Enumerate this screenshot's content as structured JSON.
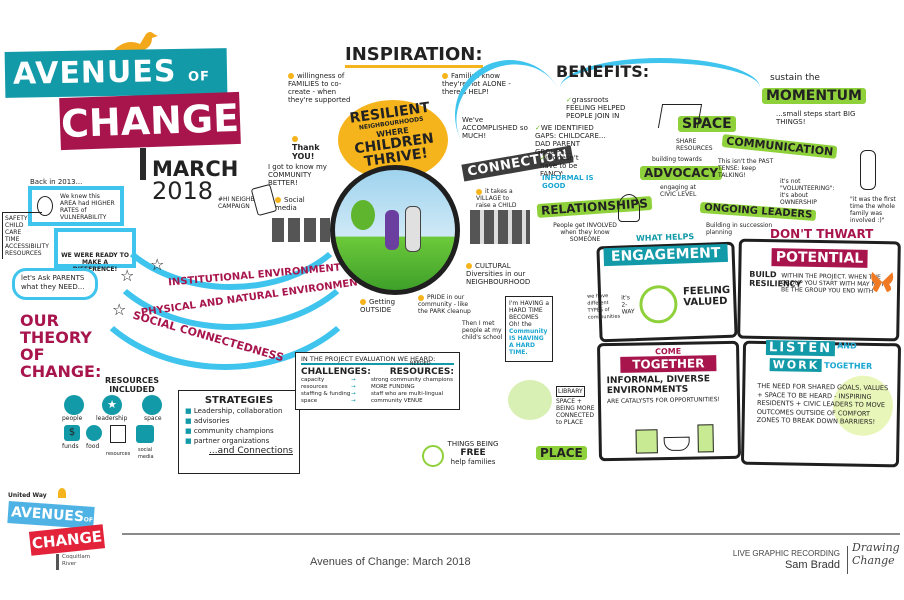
{
  "title": {
    "line1": "AVENUES",
    "line1_suffix": "OF",
    "line2": "CHANGE",
    "date_month": "MARCH",
    "date_year": "2018"
  },
  "intro": {
    "back_in": "Back in 2013...",
    "vulnerability": "We knew this AREA had HIGHER RATES of VULNERABILITY",
    "ready": "WE WERE READY TO MAKE A DIFFERENCE!",
    "side_list": [
      "SAFETY",
      "CHILD CARE",
      "TIME",
      "ACCESSIBILITY",
      "RESOURCES"
    ],
    "ask_parents": "let's Ask PARENTS what they NEED..."
  },
  "theory": {
    "label": "OUR THEORY OF CHANGE:",
    "arcs": [
      "INSTITUTIONAL ENVIRONMENT",
      "PHYSICAL AND NATURAL ENVIRONMENT",
      "SOCIAL CONNECTEDNESS"
    ]
  },
  "resources": {
    "heading": "RESOURCES INCLUDED",
    "items": [
      "people",
      "leadership",
      "space",
      "funds",
      "food",
      "resources",
      "social media"
    ]
  },
  "strategies": {
    "heading": "STRATEGIES",
    "items": [
      "Leadership, collaboration",
      "advisories",
      "community champions",
      "partner organizations"
    ],
    "footer": "...and Connections"
  },
  "evaluation": {
    "heading": "IN THE PROJECT EVALUATION WE HEARD:",
    "challenges_label": "CHALLENGES:",
    "resources_label": "RESOURCES:",
    "needed_label": "NEEDED",
    "rows": [
      {
        "challenge": "capacity",
        "resource": "strong community champions"
      },
      {
        "challenge": "resources",
        "resource": "MORE FUNDING"
      },
      {
        "challenge": "staffing & funding",
        "resource": "staff who are multi-lingual"
      },
      {
        "challenge": "space",
        "resource": "community VENUE"
      }
    ]
  },
  "inspiration": {
    "heading": "INSPIRATION:",
    "center_line1": "RESILIENT",
    "center_line2": "NEIGHBOURHOODS",
    "center_line3": "WHERE",
    "center_line4": "CHILDREN",
    "center_line5": "THRIVE!",
    "quotes": [
      "willingness of FAMILIES to co-create - when they're supported",
      "Families know they're not ALONE - there's HELP!",
      "Thank YOU!",
      "We've ACCOMPLISHED so MUCH!",
      "I got to know my COMMUNITY BETTER!",
      "Social media",
      "it takes a VILLAGE to raise a CHILD",
      "CULTURAL Diversities in our NEIGHBOURHOOD",
      "Getting OUTSIDE",
      "PRIDE in our community - like the PARK cleanup",
      "Then I met people at my child's school"
    ],
    "campaign": "#HI NEIGHBOUR CAMPAIGN"
  },
  "connection": {
    "label": "CONNECTION"
  },
  "hard_time": {
    "line1": "I'm HAVING a HARD TIME",
    "line2": "BECOMES",
    "line3": "Oh! the",
    "line4": "Community IS HAVING A HARD TIME."
  },
  "place": {
    "label": "PLACE",
    "library": "LIBRARY",
    "space_note": "SPACE + BEING MORE CONNECTED to PLACE",
    "free_line1": "THINGS BEING",
    "free_line2": "FREE",
    "free_line3": "help families"
  },
  "benefits": {
    "heading": "BENEFITS:",
    "items": [
      "grassroots FEELING HELPED PEOPLE JOIN IN",
      "WE IDENTIFIED GAPS: CHILDCARE... DAD PARENT GROUPS...",
      "it doesn't have to be FANCY:"
    ],
    "informal": "INFORMAL IS GOOD",
    "relationships": "RELATIONSHIPS",
    "relationships_note": "People get INVOLVED when they know SOMEONE",
    "space": "SPACE",
    "space_note": "SHARE RESOURCES",
    "advocacy_pre": "building towards",
    "advocacy": "ADVOCACY",
    "advocacy_note": "engaging at CIVIC LEVEL",
    "communication": "COMMUNICATION",
    "communication_note": "This isn't the PAST TENSE: keep TALKING!",
    "ongoing": "ONGOING LEADERS",
    "ongoing_note": "Building in succession planning",
    "volunteering": "it's not \"VOLUNTEERING\": it's about OWNERSHIP",
    "family": "\"it was the first time the whole family was involved :)\"",
    "sustain_pre": "sustain the",
    "momentum": "MOMENTUM",
    "momentum_note": "...small steps start BIG THINGS!"
  },
  "engagement": {
    "pre": "WHAT HELPS",
    "label": "ENGAGEMENT",
    "feeling": "FEELING VALUED",
    "two_way": "it's 2-WAY",
    "types": "we have different TYPES of communities"
  },
  "potential": {
    "pre": "DON'T THWART",
    "label": "POTENTIAL",
    "build": "BUILD RESILIENCY",
    "note": "WITHIN THE PROJECT. WHEN THE GROUP YOU START WITH MAY NOT BE THE GROUP YOU END WITH"
  },
  "together": {
    "pre": "COME",
    "label": "TOGETHER",
    "headline": "INFORMAL, DIVERSE ENVIRONMENTS",
    "note": "ARE CATALYSTS FOR OPPORTUNITIES!"
  },
  "listen": {
    "label1": "LISTEN",
    "and": "AND",
    "label2": "WORK",
    "together": "TOGETHER",
    "note": "THE NEED FOR SHARED GOALS, VALUES + SPACE TO BE HEARD - INSPIRING RESIDENTS + CIVIC LEADERS TO MOVE OUTCOMES OUTSIDE OF COMFORT ZONES TO BREAK DOWN BARRIERS!"
  },
  "footer": {
    "logo_org": "United Way",
    "logo_line1": "AVENUES",
    "logo_of": "OF",
    "logo_line2": "CHANGE",
    "logo_place": "Coquitlam River",
    "title": "Avenues of Change: March 2018",
    "recording": "LIVE GRAPHIC RECORDING",
    "author": "Sam Bradd",
    "brand_line1": "Drawing",
    "brand_line2": "Change"
  },
  "colors": {
    "teal": "#139aa8",
    "maroon": "#a8154d",
    "sky_blue": "#3fc4ee",
    "lime": "#8fd13a",
    "sun": "#f5b41c"
  }
}
